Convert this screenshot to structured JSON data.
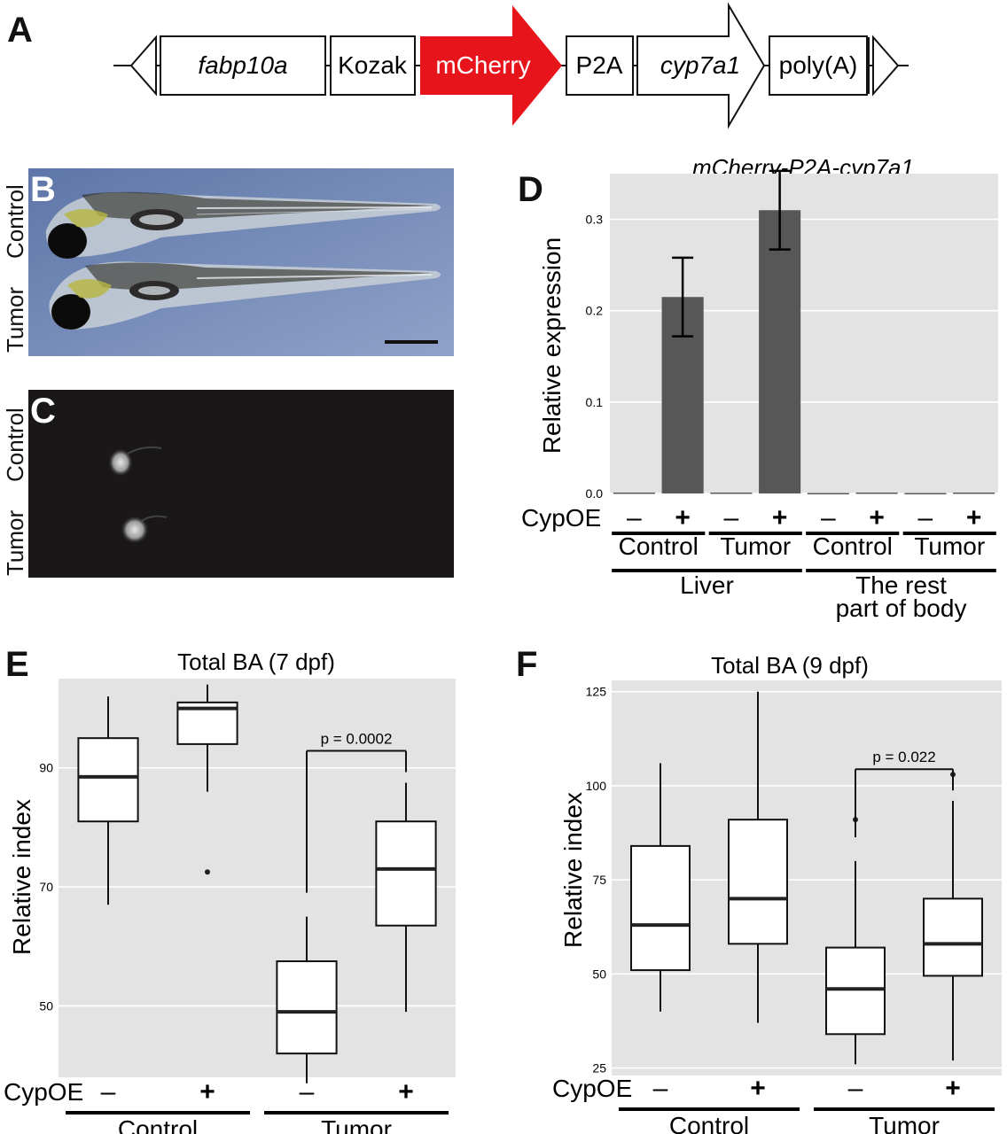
{
  "figure": {
    "panels": {
      "a": "A",
      "b": "B",
      "c": "C",
      "d": "D",
      "e": "E",
      "f": "F"
    }
  },
  "construct": {
    "segments": [
      "fabp10a",
      "Kozak",
      "mCherry",
      "P2A",
      "cyp7a1",
      "poly(A)"
    ],
    "colors": {
      "mcherry": "#e8141b"
    }
  },
  "images": {
    "labels": [
      "Control",
      "Tumor"
    ],
    "brightfield_bg": "#6f86b4",
    "fluorescence_bg": "#1a1718"
  },
  "groups": {
    "cypoe_label": "CypOE",
    "minus": "–",
    "plus": "+",
    "control": "Control",
    "tumor": "Tumor",
    "liver": "Liver",
    "rest_line1": "The rest",
    "rest_line2": "part of body"
  },
  "chart_data": [
    {
      "panel": "D",
      "type": "bar",
      "title": "mCherry-P2A-cyp7a1",
      "ylabel": "Relative expression",
      "ylim": [
        0,
        0.35
      ],
      "yticks": [
        "0.0",
        "0.1",
        "0.2",
        "0.3"
      ],
      "categories": [
        "Liver Control -",
        "Liver Control +",
        "Liver Tumor -",
        "Liver Tumor +",
        "Rest Control -",
        "Rest Control +",
        "Rest Tumor -",
        "Rest Tumor +"
      ],
      "values": [
        0.001,
        0.215,
        0.001,
        0.31,
        0.0005,
        0.001,
        0.0005,
        0.001
      ],
      "errors": [
        0,
        0.043,
        0,
        0.043,
        0,
        0,
        0,
        0
      ],
      "grid": true
    },
    {
      "panel": "E",
      "type": "box",
      "title": "Total BA (7 dpf)",
      "ylabel": "Relative index",
      "ylim": [
        38,
        105
      ],
      "yticks": [
        "50",
        "70",
        "90"
      ],
      "categories": [
        "Control -",
        "Control +",
        "Tumor -",
        "Tumor +"
      ],
      "boxes": [
        {
          "min": 67,
          "q1": 81,
          "median": 88.5,
          "q3": 95,
          "max": 102
        },
        {
          "min": 86,
          "q1": 94,
          "median": 100,
          "q3": 101,
          "max": 104,
          "outliers": [
            72.5
          ]
        },
        {
          "min": 37,
          "q1": 42,
          "median": 49,
          "q3": 57.5,
          "max": 65
        },
        {
          "min": 49,
          "q1": 63.5,
          "median": 73,
          "q3": 81,
          "max": 87.5
        }
      ],
      "annotation": {
        "text": "p = 0.0002",
        "between": [
          2,
          3
        ]
      },
      "grid": true
    },
    {
      "panel": "F",
      "type": "box",
      "title": "Total BA (9 dpf)",
      "ylabel": "Relative index",
      "ylim": [
        23,
        128
      ],
      "yticks": [
        "25",
        "50",
        "75",
        "100",
        "125"
      ],
      "categories": [
        "Control -",
        "Control +",
        "Tumor -",
        "Tumor +"
      ],
      "boxes": [
        {
          "min": 40,
          "q1": 51,
          "median": 63,
          "q3": 84,
          "max": 106
        },
        {
          "min": 37,
          "q1": 58,
          "median": 70,
          "q3": 91,
          "max": 125
        },
        {
          "min": 26,
          "q1": 34,
          "median": 46,
          "q3": 57,
          "max": 80,
          "outliers": [
            91
          ]
        },
        {
          "min": 27,
          "q1": 49.5,
          "median": 58,
          "q3": 70,
          "max": 96,
          "outliers": [
            103
          ]
        }
      ],
      "annotation": {
        "text": "p = 0.022",
        "between": [
          2,
          3
        ]
      },
      "grid": true
    }
  ]
}
